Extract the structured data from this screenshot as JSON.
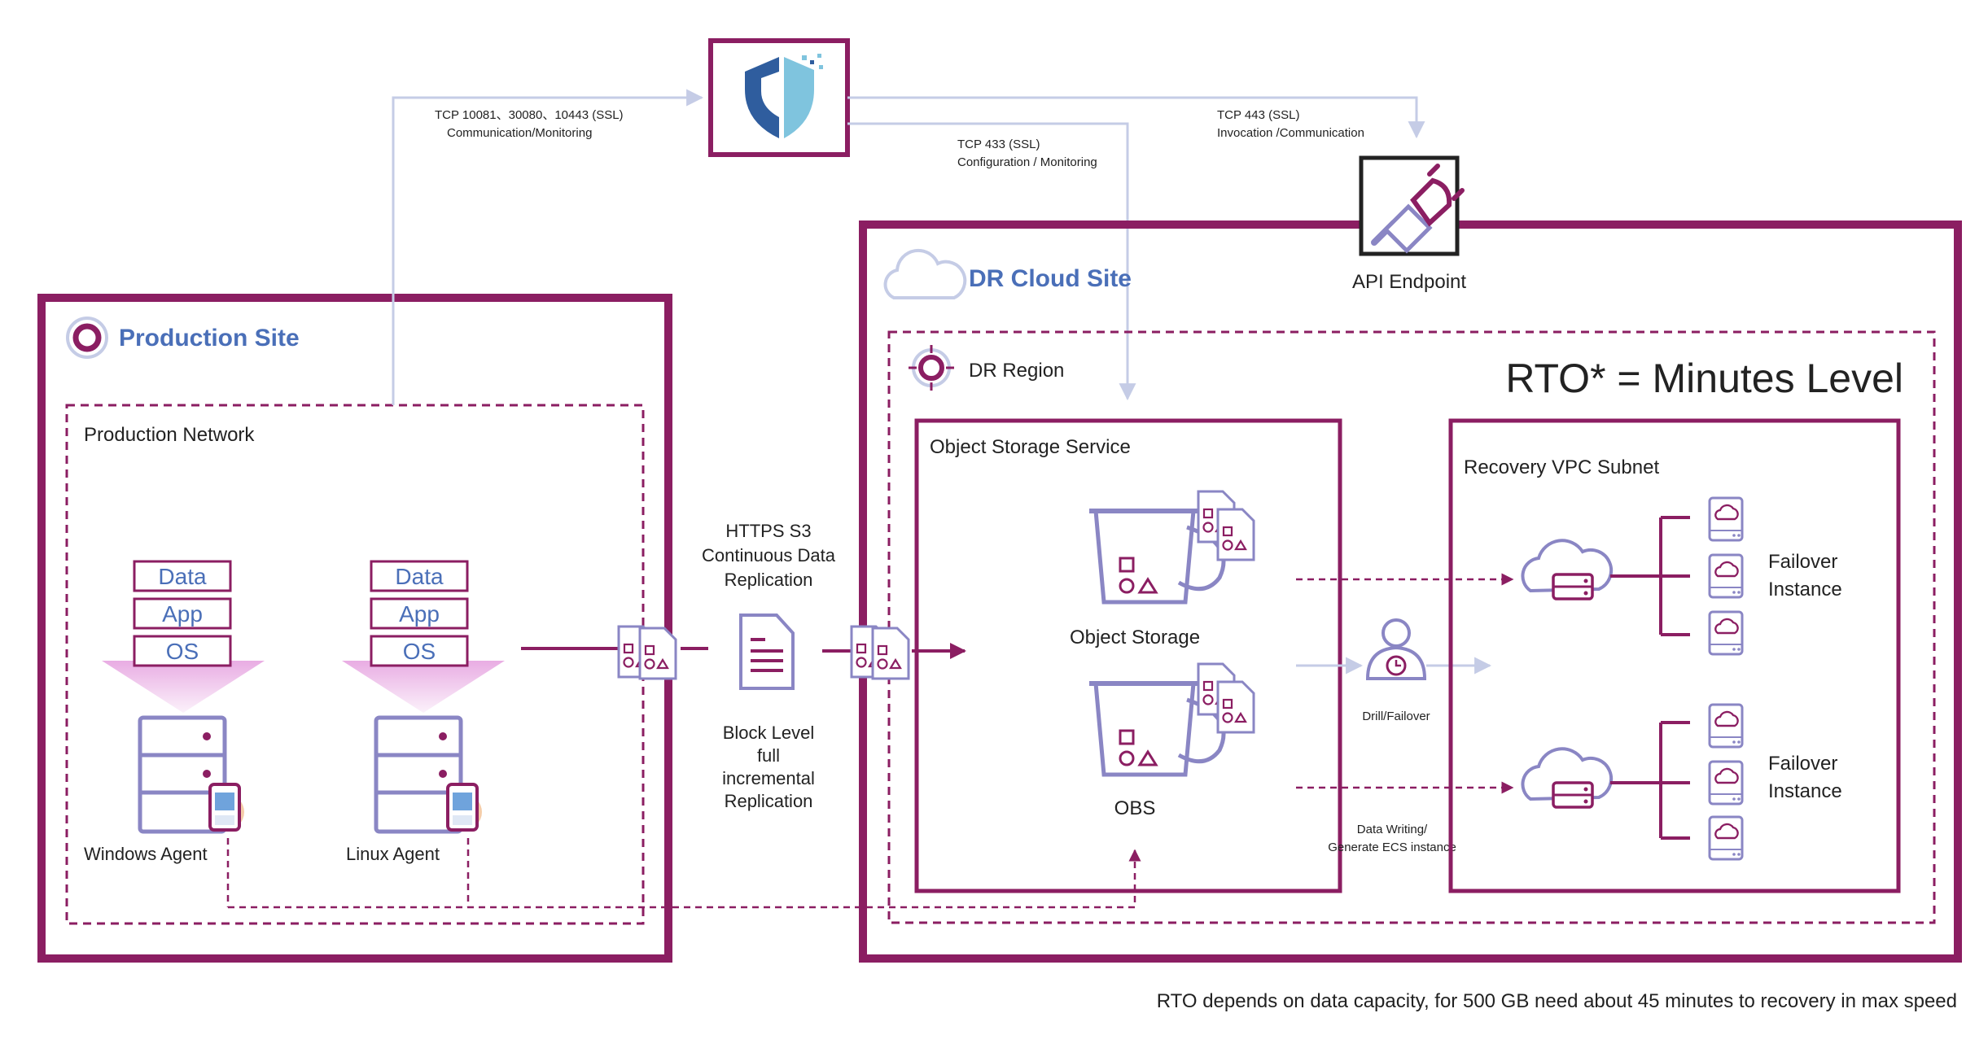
{
  "security_service": {
    "icon": "shield-icon"
  },
  "links": {
    "tcp_agent_line1": "TCP 10081、30080、10443 (SSL)",
    "tcp_agent_line2": "Communication/Monitoring",
    "tcp_obs_line1": "TCP 433 (SSL)",
    "tcp_obs_line2": "Configuration / Monitoring",
    "tcp_api_line1": "TCP 443 (SSL)",
    "tcp_api_line2": "Invocation /Communication"
  },
  "api_endpoint": {
    "label": "API Endpoint",
    "icon": "plug-icon"
  },
  "production_site": {
    "title": "Production Site",
    "network_label": "Production Network",
    "stack_layers": [
      "Data",
      "App",
      "OS"
    ],
    "agents": [
      {
        "label": "Windows Agent",
        "icon": "server-icon"
      },
      {
        "label": "Linux Agent",
        "icon": "server-icon"
      }
    ]
  },
  "replication": {
    "top_line1": "HTTPS S3",
    "top_line2": "Continuous Data",
    "top_line3": "Replication",
    "bottom_line1": "Block Level",
    "bottom_line2": "full",
    "bottom_line3": "incremental",
    "bottom_line4": "Replication"
  },
  "dr_site": {
    "title": "DR Cloud Site",
    "region_label": "DR Region",
    "rto": "RTO* = Minutes Level",
    "object_storage_service": "Object Storage Service",
    "object_storage_label": "Object Storage",
    "obs_label": "OBS",
    "drill_label": "Drill/Failover",
    "data_writing_line1": "Data Writing/",
    "data_writing_line2": "Generate ECS instance",
    "recovery_subnet": "Recovery VPC Subnet",
    "failover_line1": "Failover",
    "failover_line2": "Instance"
  },
  "footnote": "RTO depends on data capacity, for 500 GB need about 45 minutes to recovery in max speed",
  "colors": {
    "site_border": "#8b1e62",
    "accent_magenta": "#8b1e62",
    "title_blue": "#4a6fb8",
    "arrow_light": "#c5cce6",
    "lilac": "#8a86c4",
    "stack_glow": "#e6a3e0"
  }
}
